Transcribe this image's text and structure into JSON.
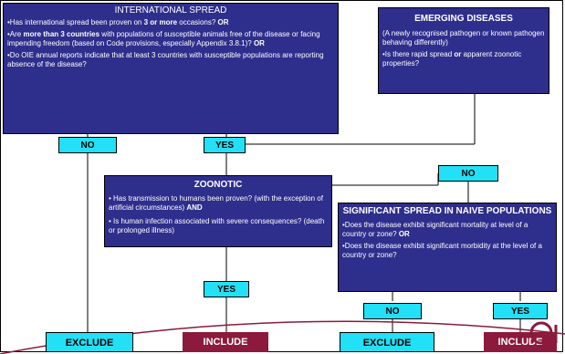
{
  "international_spread": {
    "title": "INTERNATIONAL SPREAD",
    "q1_pre": "•Has international spread been proven on ",
    "q1_bold": "3  or more",
    "q1_post": " occasions? ",
    "q1_or": "OR",
    "q2_pre": "•Are ",
    "q2_bold": "more than 3 countries",
    "q2_post": " with populations of susceptible animals  free of the disease or facing impending freedom (based on Code provisions, especially Appendix 3.8.1)? ",
    "q2_or": "OR",
    "q3": "•Do OIE annual reports indicate that at least 3 countries with susceptible populations are reporting absence of the disease?"
  },
  "emerging_diseases": {
    "title": "EMERGING DISEASES",
    "subtitle": "(A newly recognised pathogen or known pathogen behaving differently)",
    "q_pre": "•Is there rapid spread ",
    "q_or": "or",
    "q_post": " apparent zoonotic properties?"
  },
  "zoonotic": {
    "title": "ZOONOTIC",
    "q1_pre": "• Has transmission to humans been proven? (with the exception of artificial circumstances) ",
    "q1_and": "AND",
    "q2": "• Is human infection associated with severe consequences? (death or prolonged illness)"
  },
  "significant_spread": {
    "title": "SIGNIFICANT SPREAD IN NAIVE POPULATIONS",
    "q1_pre": "•Does the disease exhibit significant mortality at level of a country or zone? ",
    "q1_or": "OR",
    "q2": "•Does the disease exhibit significant morbidity at the level of a country or zone?"
  },
  "decisions": {
    "no_1": "NO",
    "yes_1": "YES",
    "no_2": "NO",
    "yes_2": "YES",
    "no_3": "NO",
    "yes_3": "YES"
  },
  "outcomes": {
    "exclude_1": "EXCLUDE",
    "include_1": "INCLUDE",
    "exclude_2": "EXCLUDE",
    "include_2": "INCLUDE"
  },
  "logo": {
    "text": "OIE"
  },
  "colors": {
    "box_navy": "#2e2e8c",
    "decision_cyan": "#22e0f5",
    "include_maroon": "#8b1a3c",
    "logo_red": "#8b1a3c"
  }
}
